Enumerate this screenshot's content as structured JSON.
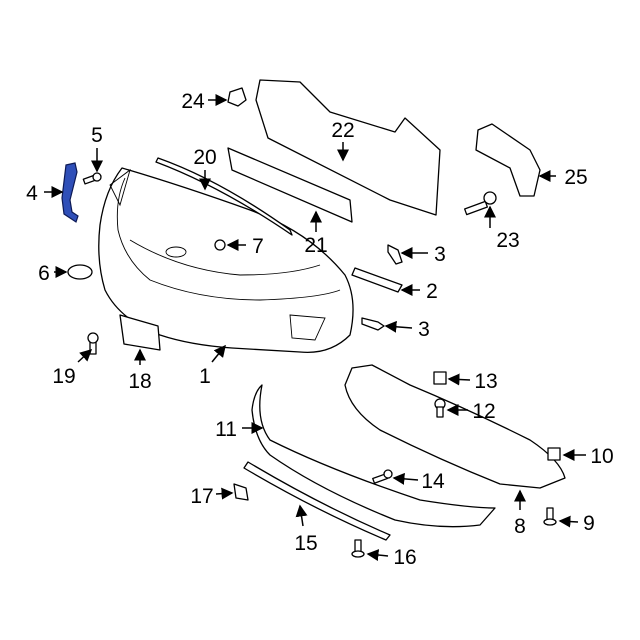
{
  "diagram": {
    "highlight_color": "#2f4fb8",
    "callouts": {
      "c1": "1",
      "c2": "2",
      "c3a": "3",
      "c3b": "3",
      "c4": "4",
      "c5": "5",
      "c6": "6",
      "c7": "7",
      "c8": "8",
      "c9": "9",
      "c10": "10",
      "c11": "11",
      "c12": "12",
      "c13": "13",
      "c14": "14",
      "c15": "15",
      "c16": "16",
      "c17": "17",
      "c18": "18",
      "c19": "19",
      "c20": "20",
      "c21": "21",
      "c22": "22",
      "c23": "23",
      "c24": "24",
      "c25": "25"
    }
  }
}
